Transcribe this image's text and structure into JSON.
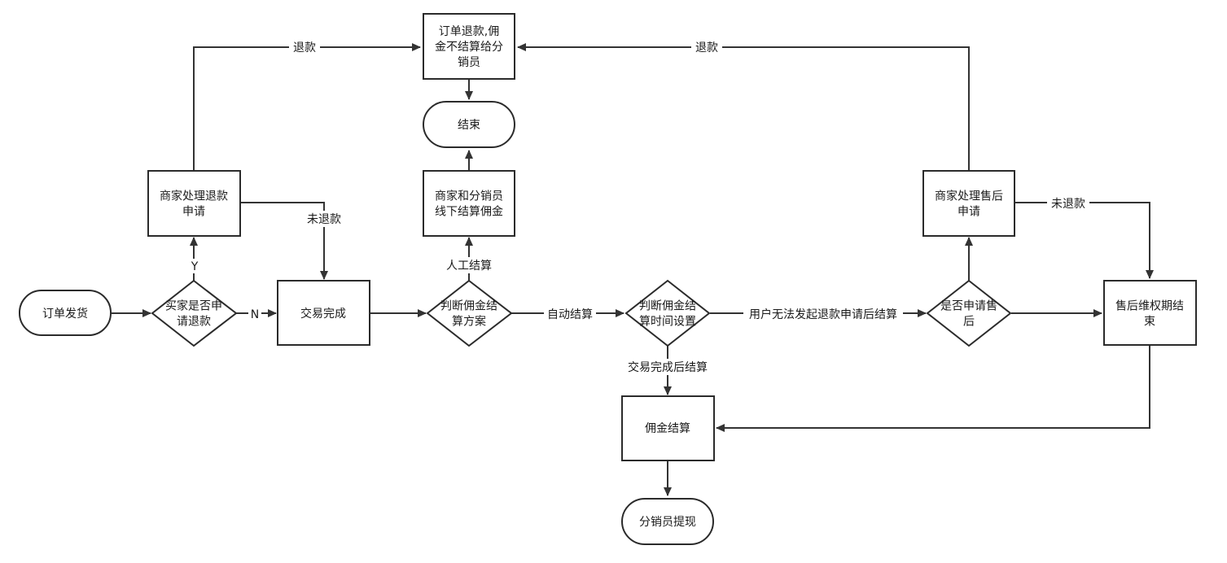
{
  "nodes": {
    "order_ship": "订单发货",
    "buyer_refund_q": "买家是否申请退款",
    "merchant_refund": "商家处理退款申请",
    "refund_no_commission": "订单退款,佣金不结算给分销员",
    "end": "结束",
    "trade_done": "交易完成",
    "judge_scheme": "判断佣金结算方案",
    "offline_settle": "商家和分销员线下结算佣金",
    "judge_time": "判断佣金结算时间设置",
    "commission_settle": "佣金结算",
    "withdraw": "分销员提现",
    "aftersale_q": "是否申请售后",
    "merchant_aftersale": "商家处理售后申请",
    "aftersale_end": "售后维权期结束"
  },
  "edge_labels": {
    "refund_left": "退款",
    "refund_right": "退款",
    "not_refund_left": "未退款",
    "not_refund_right": "未退款",
    "yes": "Y",
    "no": "N",
    "manual": "人工结算",
    "auto": "自动结算",
    "after_trade": "交易完成后结算",
    "after_no_refund": "用户无法发起退款申请后结算"
  }
}
